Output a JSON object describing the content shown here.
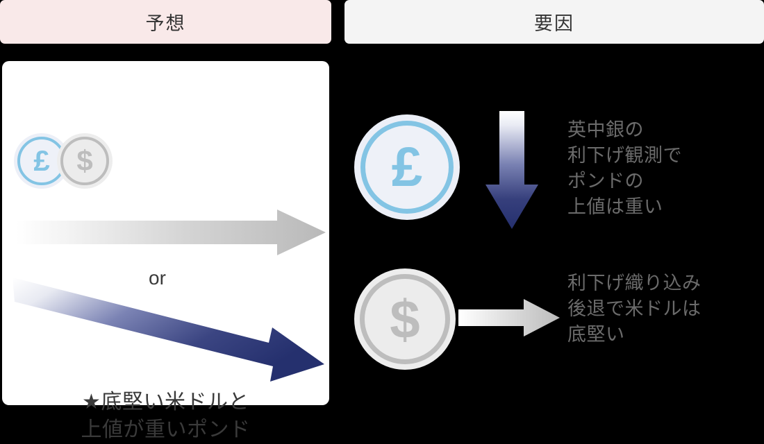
{
  "headers": {
    "left": "予想",
    "right": "要因"
  },
  "colors": {
    "header_left_bg": "#f9e9e9",
    "header_right_bg": "#f4f4f4",
    "card_bg": "#ffffff",
    "page_bg": "#000000",
    "pound_accent": "#83c4e4",
    "dollar_accent": "#bdbdbd",
    "navy_arrow": "#25306e",
    "gray_arrow": "#bdbdbd",
    "text_dark": "#3a3a3a",
    "text_gray": "#6b6b6b"
  },
  "forecast_panel": {
    "coins": [
      {
        "symbol": "£",
        "name": "pound-coin"
      },
      {
        "symbol": "$",
        "name": "dollar-coin"
      }
    ],
    "arrow_flat_label": "flat-gray-right-arrow",
    "or_label": "or",
    "arrow_down_label": "descending-navy-arrow",
    "caption_lines": [
      "★底堅い米ドルと",
      "上値が重いポンド"
    ]
  },
  "factors_panel": {
    "rows": [
      {
        "coin_symbol": "£",
        "coin_name": "pound-coin",
        "arrow": "down-navy-arrow",
        "text_lines": [
          "英中銀の",
          "利下げ観測で",
          "ポンドの",
          "上値は重い"
        ]
      },
      {
        "coin_symbol": "$",
        "coin_name": "dollar-coin",
        "arrow": "right-gray-arrow",
        "text_lines": [
          "利下げ織り込み",
          "後退で米ドルは",
          "底堅い"
        ]
      }
    ]
  }
}
